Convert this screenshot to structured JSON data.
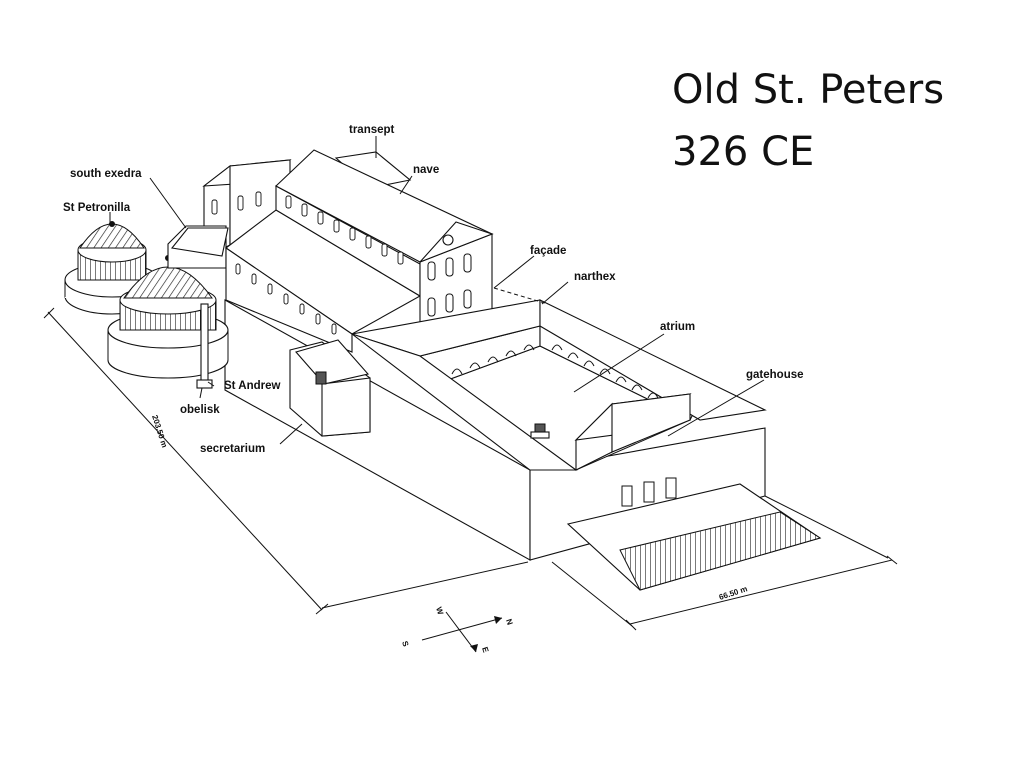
{
  "title": {
    "line1": "Old St. Peters",
    "line2": "326 CE"
  },
  "labels": {
    "transept": "transept",
    "nave": "nave",
    "south_exedra": "south exedra",
    "st_petronilla": "St Petronilla",
    "facade": "façade",
    "narthex": "narthex",
    "atrium": "atrium",
    "gatehouse": "gatehouse",
    "st_andrew": "St Andrew",
    "obelisk": "obelisk",
    "secretarium": "secretarium"
  },
  "dimensions": {
    "length": "203.50 m",
    "width": "66.50 m"
  },
  "compass": {
    "north": "N",
    "south": "S",
    "east": "E",
    "west": "W"
  },
  "colors": {
    "ink": "#111111",
    "background": "#ffffff"
  }
}
